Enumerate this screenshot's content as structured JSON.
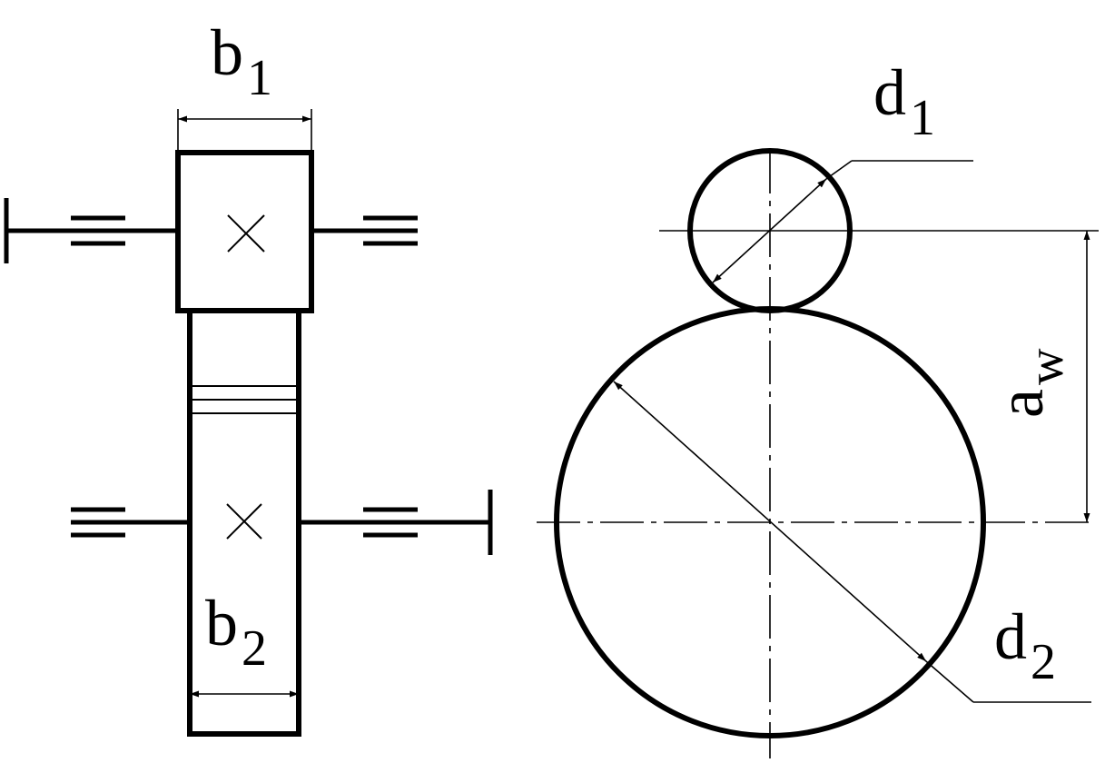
{
  "labels": {
    "b1": {
      "main": "b",
      "sub": "1"
    },
    "b2": {
      "main": "b",
      "sub": "2"
    },
    "d1": {
      "main": "d",
      "sub": "1"
    },
    "d2": {
      "main": "d",
      "sub": "2"
    },
    "aw": {
      "main": "a",
      "sub": "w"
    }
  },
  "colors": {
    "line": "#000000",
    "background": "#ffffff"
  }
}
